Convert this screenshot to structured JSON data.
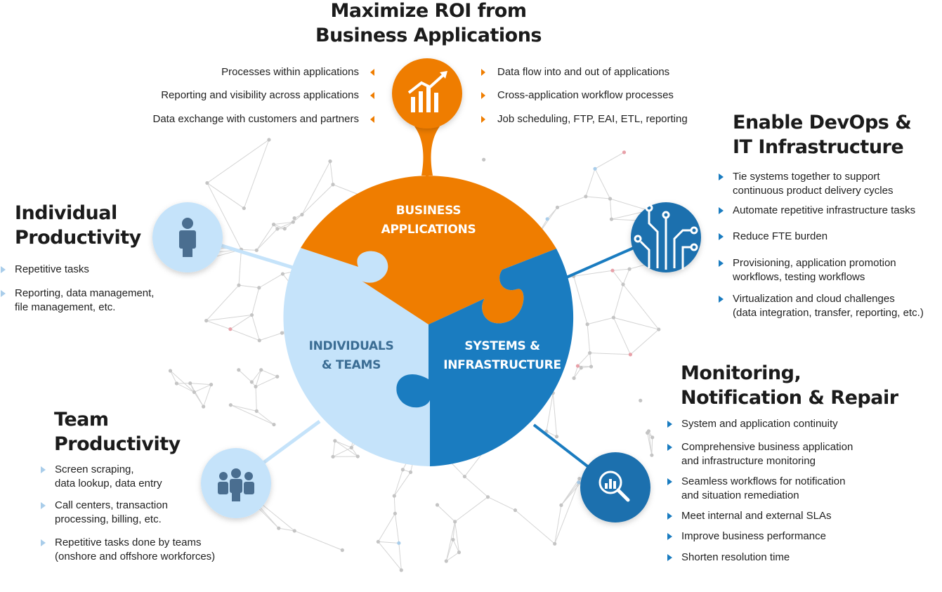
{
  "roi": {
    "title": [
      "Maximize ROI from",
      "Business Applications"
    ],
    "left_items": [
      "Processes within applications",
      "Reporting and visibility across applications",
      "Data exchange with customers and partners"
    ],
    "right_items": [
      "Data flow into and out of applications",
      "Cross-application workflow processes",
      "Job scheduling, FTP, EAI, ETL, reporting"
    ]
  },
  "devops": {
    "title": [
      "Enable DevOps &",
      "IT Infrastructure"
    ],
    "items": [
      [
        "Tie systems together to support",
        "continuous product delivery cycles"
      ],
      [
        "Automate repetitive infrastructure tasks"
      ],
      [
        "Reduce FTE burden"
      ],
      [
        "Provisioning, application promotion",
        "workflows, testing workflows"
      ],
      [
        "Virtualization and cloud challenges",
        "(data integration, transfer, reporting, etc.)"
      ]
    ]
  },
  "individual": {
    "title": [
      "Individual",
      "Productivity"
    ],
    "items": [
      [
        "Repetitive tasks"
      ],
      [
        "Reporting, data management,",
        "file management, etc."
      ]
    ]
  },
  "team": {
    "title": [
      "Team",
      "Productivity"
    ],
    "items": [
      [
        "Screen scraping,",
        "data lookup, data entry"
      ],
      [
        "Call centers, transaction",
        "processing, billing, etc."
      ],
      [
        "Repetitive tasks done by teams",
        "(onshore and offshore workforces)"
      ]
    ]
  },
  "monitoring": {
    "title": [
      "Monitoring,",
      "Notification & Repair"
    ],
    "items": [
      [
        "System and application continuity"
      ],
      [
        "Comprehensive business application",
        "and infrastructure monitoring"
      ],
      [
        "Seamless workflows for notification",
        "and situation remediation"
      ],
      [
        "Meet internal and external SLAs"
      ],
      [
        "Improve business performance"
      ],
      [
        "Shorten resolution time"
      ]
    ]
  },
  "puzzle": {
    "business": [
      "BUSINESS",
      "APPLICATIONS"
    ],
    "individuals": [
      "INDIVIDUALS",
      "& TEAMS"
    ],
    "systems": [
      "SYSTEMS &",
      "INFRASTRUCTURE"
    ]
  },
  "icons": {
    "roi": "growth-chart-icon",
    "individual": "person-icon",
    "team": "group-icon",
    "devops": "circuit-icon",
    "monitoring": "magnify-chart-icon"
  },
  "colors": {
    "orange": "#ef7d00",
    "blue": "#1a7cc0",
    "light_blue": "#c5e3fa",
    "icon_light": "#c5e3fa",
    "icon_dark": "#1a6fae",
    "text_dark_blue": "#3b6d94",
    "network": "#c9c9c9"
  }
}
